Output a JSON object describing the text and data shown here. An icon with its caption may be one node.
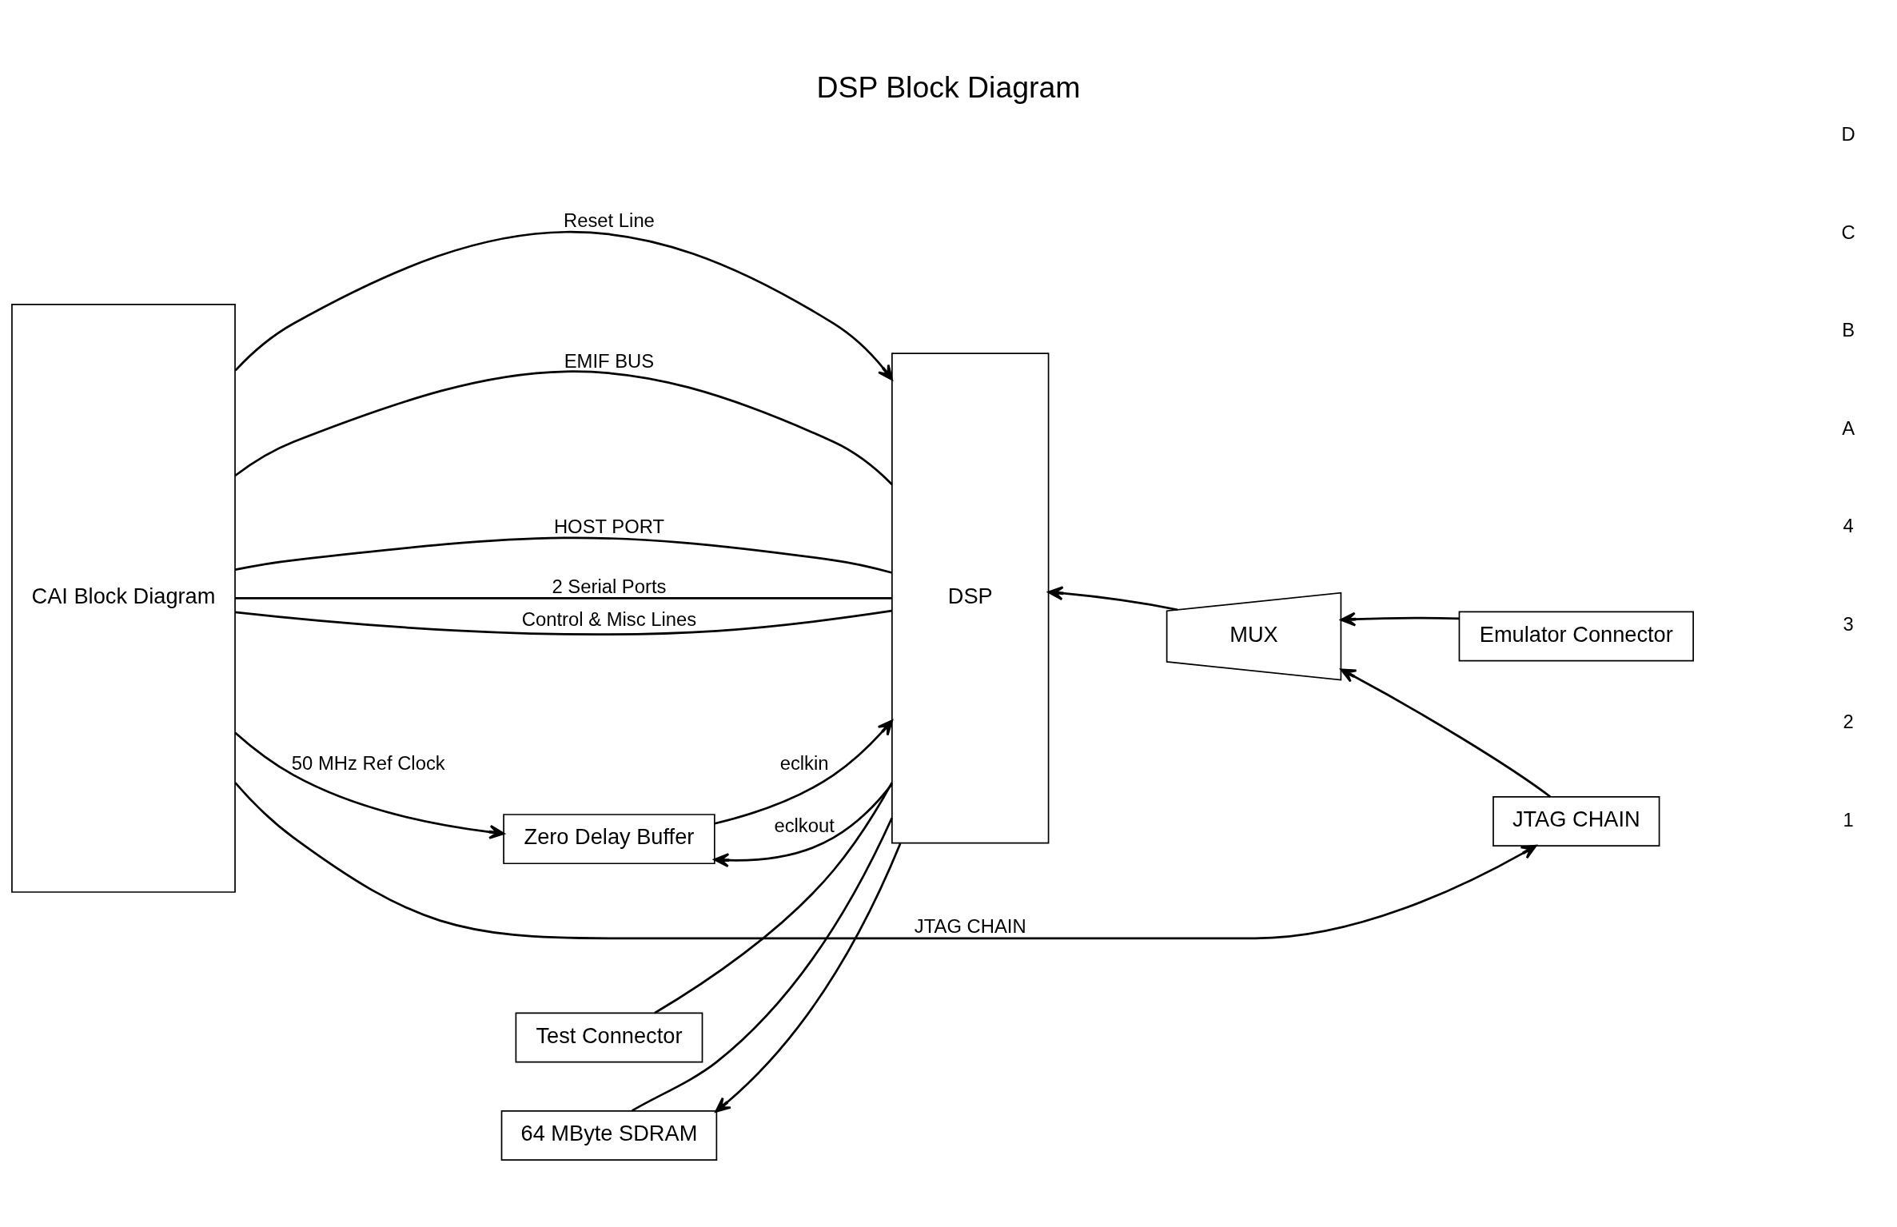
{
  "diagram": {
    "title": "DSP Block Diagram",
    "nodes": [
      {
        "text": [
          "CAI Block Diagram"
        ]
      },
      {
        "text": [
          "DSP"
        ]
      },
      {
        "text": [
          "Zero Delay Buffer"
        ]
      },
      {
        "text": [
          "Test Connector"
        ]
      },
      {
        "text": [
          "64 MByte SDRAM"
        ]
      },
      {
        "text": [
          "MUX"
        ]
      },
      {
        "text": [
          "Emulator Connector"
        ]
      },
      {
        "text": [
          "JTAG CHAIN"
        ]
      }
    ],
    "edges": [
      {
        "from": 0,
        "to": 1,
        "arrow": "to",
        "label": "Reset Line"
      },
      {
        "from": 0,
        "to": 2,
        "arrow": "to",
        "label": "50 MHz Ref Clock"
      },
      {
        "from": 2,
        "to": 1,
        "arrow": "to",
        "label": "eclkin"
      },
      {
        "from": 1,
        "to": 2,
        "arrow": "to",
        "label": "eclkout"
      },
      {
        "from": 1,
        "to": 4,
        "arrow": "to"
      },
      {
        "from": 0,
        "to": 1,
        "arrow": "none",
        "label": "EMIF BUS"
      },
      {
        "from": 1,
        "to": 3,
        "arrow": "none"
      },
      {
        "from": 1,
        "to": 4,
        "arrow": "none"
      },
      {
        "from": 0,
        "to": 1,
        "arrow": "none",
        "label": "HOST PORT"
      },
      {
        "from": 0,
        "to": 1,
        "arrow": "none",
        "label": "2 Serial Ports"
      },
      {
        "from": 0,
        "to": 1,
        "arrow": "none",
        "label": "Control & Misc Lines"
      },
      {
        "from": 0,
        "to": 7,
        "arrow": "to",
        "label": "JTAG CHAIN"
      },
      {
        "from": 6,
        "to": 5,
        "arrow": "to"
      },
      {
        "from": 7,
        "to": 5,
        "arrow": "to"
      },
      {
        "from": 5,
        "to": 1,
        "arrow": "to"
      }
    ],
    "labels": [
      "1",
      "2",
      "3",
      "4",
      "A",
      "B",
      "C",
      "D"
    ]
  }
}
